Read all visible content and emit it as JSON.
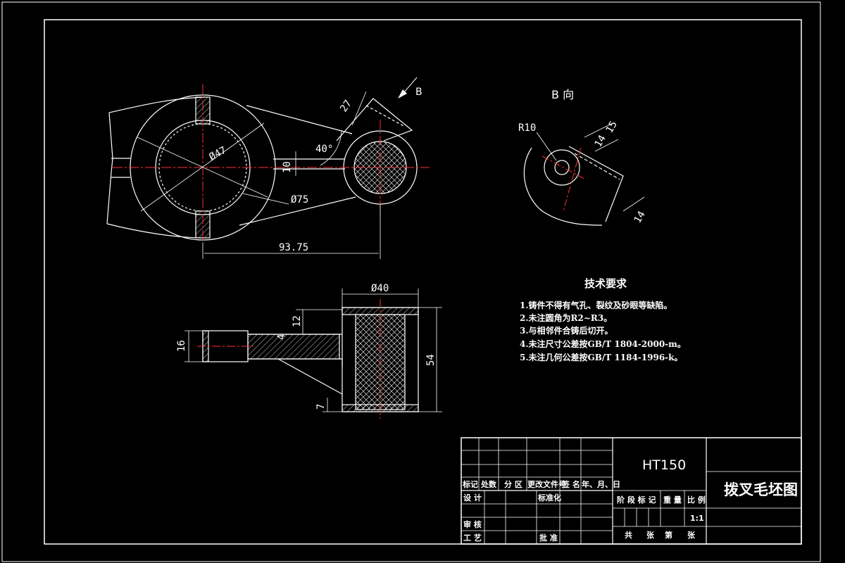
{
  "colors": {
    "background": "#000000",
    "line": "#ffffff",
    "center_line": "#ff0000",
    "hatch": "#ff9999"
  },
  "top_view": {
    "dims": {
      "d47": "Ø47",
      "d75": "Ø75",
      "len": "93.75",
      "w10": "10",
      "a40": "40°",
      "l27": "27"
    },
    "arrow_label": "B"
  },
  "b_view": {
    "title": "B 向",
    "dims": {
      "r10": "R10",
      "d15": "15",
      "d14a": "14",
      "d14b": "14"
    }
  },
  "section_view": {
    "dims": {
      "d40": "Ø40",
      "d12": "12",
      "d4": "4",
      "d16": "16",
      "d54": "54",
      "d7": "7"
    }
  },
  "requirements": {
    "title": "技术要求",
    "items": [
      "1.铸件不得有气孔、裂纹及砂眼等缺陷。",
      "2.未注圆角为R2~R3。",
      "3.与相邻件合铸后切开。",
      "4.未注尺寸公差按GB/T 1804-2000-m。",
      "5.未注几何公差按GB/T 1184-1996-k。"
    ]
  },
  "title_block": {
    "material": "HT150",
    "drawing_name": "拨叉毛坯图",
    "header_row": [
      "标记",
      "处数",
      "分 区",
      "更改文件号",
      "签 名",
      "年、月、日"
    ],
    "design": "设 计",
    "standardize": "标准化",
    "review": "审 核",
    "process": "工 艺",
    "approve": "批 准",
    "stage_label": "阶 段 标 记",
    "weight_label": "重 量",
    "scale_label": "比 例",
    "scale": "1:1",
    "sheets": [
      "共",
      "张",
      "第",
      "张"
    ]
  }
}
